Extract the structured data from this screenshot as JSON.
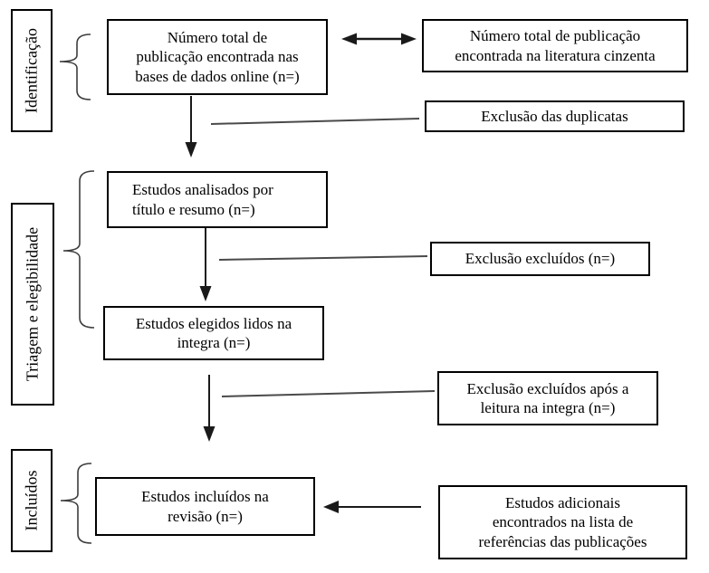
{
  "colors": {
    "box_border": "#000000",
    "text": "#000000",
    "arrow": "#1a1a1a",
    "connector_line": "#4a4a4a",
    "brace": "#3d3d3d",
    "background": "#ffffff"
  },
  "stage_labels": [
    {
      "id": "identificacao",
      "label": "Identificação"
    },
    {
      "id": "triagem",
      "label": "Triagem e elegibilidade"
    },
    {
      "id": "incluidos",
      "label": "Incluídos"
    }
  ],
  "boxes": {
    "databases_total": {
      "lines": [
        "Número total de",
        "publicação encontrada nas",
        "bases de dados online (n=)"
      ]
    },
    "grey_literature_total": {
      "lines": [
        "Número total de publicação",
        "encontrada na literatura cinzenta"
      ]
    },
    "duplicates_exclusion": {
      "lines": [
        "Exclusão das duplicatas"
      ]
    },
    "title_abstract_screened": {
      "lines": [
        "Estudos analisados por",
        "título e resumo (n=)"
      ]
    },
    "excluded": {
      "lines": [
        "Exclusão excluídos (n=)"
      ]
    },
    "full_text_read": {
      "lines": [
        "Estudos elegidos lidos na",
        "integra (n=)"
      ]
    },
    "excluded_after_full_text": {
      "lines": [
        "Exclusão excluídos após a",
        "leitura na integra (n=)"
      ]
    },
    "included_in_review": {
      "lines": [
        "Estudos incluídos na",
        "revisão (n=)"
      ]
    },
    "additional_from_references": {
      "lines": [
        "Estudos adicionais",
        "encontrados na lista de",
        "referências das publicações"
      ]
    }
  }
}
